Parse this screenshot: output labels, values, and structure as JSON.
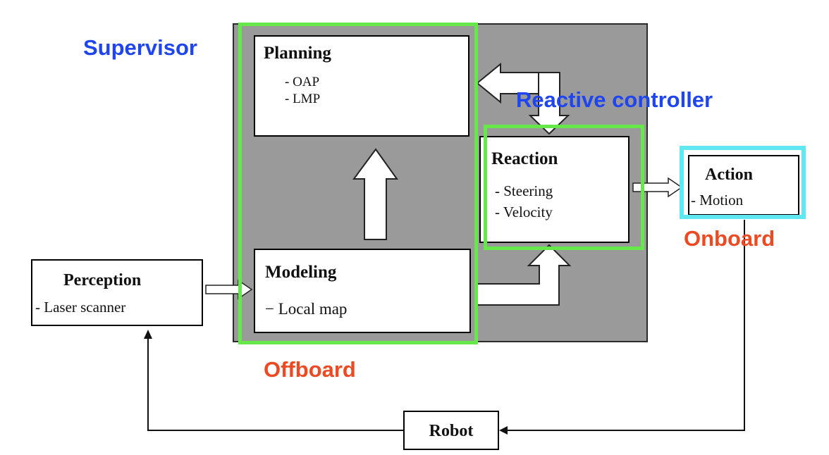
{
  "labels": {
    "supervisor": "Supervisor",
    "reactive_controller": "Reactive controller",
    "onboard": "Onboard",
    "offboard": "Offboard"
  },
  "planning": {
    "title": "Planning",
    "items": [
      "- OAP",
      "- LMP"
    ]
  },
  "reaction": {
    "title": "Reaction",
    "items": [
      "- Steering",
      "- Velocity"
    ]
  },
  "action": {
    "title": "Action",
    "items": [
      "- Motion"
    ]
  },
  "modeling": {
    "title": "Modeling",
    "items": [
      "−  Local map"
    ]
  },
  "perception": {
    "title": "Perception",
    "items": [
      "- Laser scanner"
    ]
  },
  "robot": {
    "title": "Robot"
  },
  "colors": {
    "label_blue": "#1f45f0",
    "label_orange": "#ec4a22",
    "group_green": "#66e84a",
    "onboard_cyan": "#5fe8f2",
    "panel_gray": "#9a9a9a"
  }
}
